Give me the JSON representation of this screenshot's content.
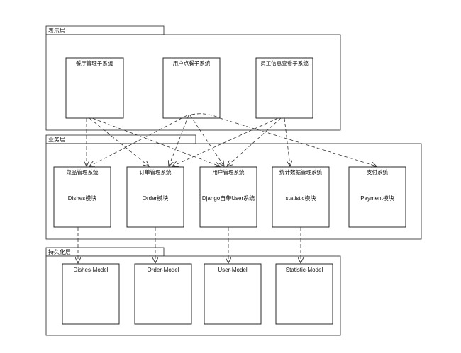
{
  "layers": [
    {
      "id": "presentation",
      "label": "表示层",
      "boxes": [
        {
          "id": "p_restaurant",
          "title": "餐厅管理子系统",
          "subtitle": ""
        },
        {
          "id": "p_user",
          "title": "用户点餐子系统",
          "subtitle": ""
        },
        {
          "id": "p_staff",
          "title": "员工信息查看子系统",
          "subtitle": ""
        }
      ]
    },
    {
      "id": "business",
      "label": "业务层",
      "boxes": [
        {
          "id": "b_dishes",
          "title": "菜品管理系统",
          "subtitle": "Dishes模块"
        },
        {
          "id": "b_order",
          "title": "订单管理系统",
          "subtitle": "Order模块"
        },
        {
          "id": "b_user",
          "title": "用户管理系统",
          "subtitle": "Django自带User系统"
        },
        {
          "id": "b_stat",
          "title": "统计数据管理系统",
          "subtitle": "statistic模块"
        },
        {
          "id": "b_pay",
          "title": "支付系统",
          "subtitle": "Payment模块"
        }
      ]
    },
    {
      "id": "persistence",
      "label": "持久化层",
      "boxes": [
        {
          "id": "d_dishes",
          "title": "Dishes-Model",
          "subtitle": ""
        },
        {
          "id": "d_order",
          "title": "Order-Model",
          "subtitle": ""
        },
        {
          "id": "d_user",
          "title": "User-Model",
          "subtitle": ""
        },
        {
          "id": "d_stat",
          "title": "Statistic-Model",
          "subtitle": ""
        }
      ]
    }
  ],
  "dependencies": [
    {
      "from": "p_restaurant",
      "to": "b_dishes"
    },
    {
      "from": "p_restaurant",
      "to": "b_order"
    },
    {
      "from": "p_restaurant",
      "to": "b_user"
    },
    {
      "from": "p_user",
      "to": "b_dishes"
    },
    {
      "from": "p_user",
      "to": "b_order"
    },
    {
      "from": "p_user",
      "to": "b_user"
    },
    {
      "from": "p_user",
      "to": "b_pay"
    },
    {
      "from": "p_staff",
      "to": "b_order"
    },
    {
      "from": "p_staff",
      "to": "b_user"
    },
    {
      "from": "p_staff",
      "to": "b_stat"
    },
    {
      "from": "b_dishes",
      "to": "d_dishes"
    },
    {
      "from": "b_order",
      "to": "d_order"
    },
    {
      "from": "b_user",
      "to": "d_user"
    },
    {
      "from": "b_stat",
      "to": "d_stat"
    }
  ]
}
